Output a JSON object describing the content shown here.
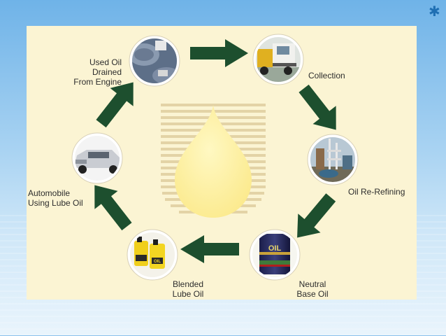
{
  "steps": {
    "used_oil": [
      "Used Oil",
      "Drained",
      "From Engine"
    ],
    "collection": [
      "Collection"
    ],
    "re_refining": [
      "Oil Re-Refining"
    ],
    "neutral": [
      "Neutral",
      "Base Oil"
    ],
    "blended": [
      "Blended",
      "Lube Oil"
    ],
    "automobile": [
      "Automobile",
      "Using Lube Oil"
    ]
  },
  "drum_text": "OIL",
  "jug_text": "OIL",
  "colors": {
    "arrow": "#1d4f2e",
    "panel": "#fbf4d3",
    "drop": "#fff3a3",
    "stripes": "#e3d3a6",
    "label": "#2d2d2d"
  },
  "icons": [
    "oil-drum-icon",
    "tow-truck-icon",
    "refinery-icon",
    "oil-barrel-icon",
    "lube-jugs-icon",
    "suv-icon",
    "oil-drop-icon"
  ]
}
